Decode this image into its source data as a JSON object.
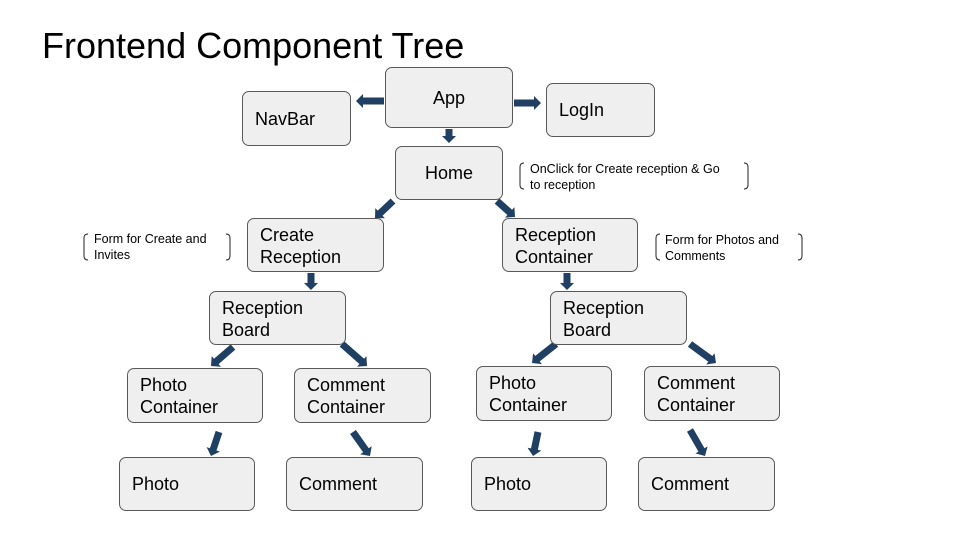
{
  "title": "Frontend Component Tree",
  "nodes": {
    "app": "App",
    "navbar": "NavBar",
    "login": "LogIn",
    "home": "Home",
    "create_reception": "Create\nReception",
    "reception_container": "Reception\nContainer",
    "reception_board_left": "Reception\nBoard",
    "reception_board_right": "Reception\nBoard",
    "photo_container_left": "Photo\nContainer",
    "comment_container_left": "Comment\nContainer",
    "photo_container_right": "Photo\nContainer",
    "comment_container_right": "Comment\nContainer",
    "photo_left": "Photo",
    "comment_left": "Comment",
    "photo_right": "Photo",
    "comment_right": "Comment"
  },
  "notes": {
    "home": "OnClick for Create reception & Go\nto reception",
    "create_reception": "Form for Create and\nInvites",
    "reception_container": "Form for Photos and\nComments"
  },
  "colors": {
    "arrow": "#1f3f63",
    "node_fill": "#efefef",
    "node_border": "#595959"
  }
}
